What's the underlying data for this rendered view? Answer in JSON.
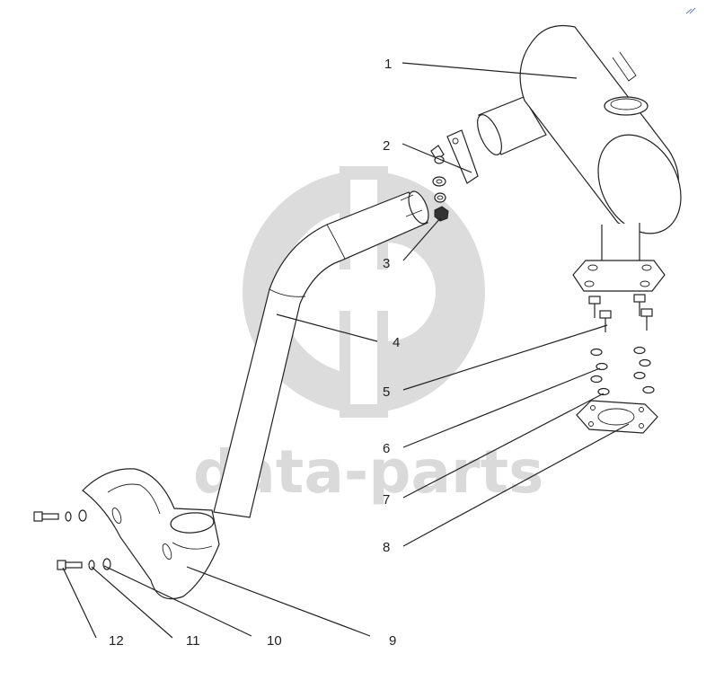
{
  "watermark": {
    "text": "data-parts",
    "color": "#d4d4d4"
  },
  "callouts": [
    {
      "id": "1",
      "label": "1"
    },
    {
      "id": "2",
      "label": "2"
    },
    {
      "id": "3",
      "label": "3"
    },
    {
      "id": "4",
      "label": "4"
    },
    {
      "id": "5",
      "label": "5"
    },
    {
      "id": "6",
      "label": "6"
    },
    {
      "id": "7",
      "label": "7"
    },
    {
      "id": "8",
      "label": "8"
    },
    {
      "id": "9",
      "label": "9"
    },
    {
      "id": "10",
      "label": "10"
    },
    {
      "id": "11",
      "label": "11"
    },
    {
      "id": "12",
      "label": "12"
    }
  ],
  "colors": {
    "line": "#222222",
    "watermark": "#d4d4d4"
  }
}
